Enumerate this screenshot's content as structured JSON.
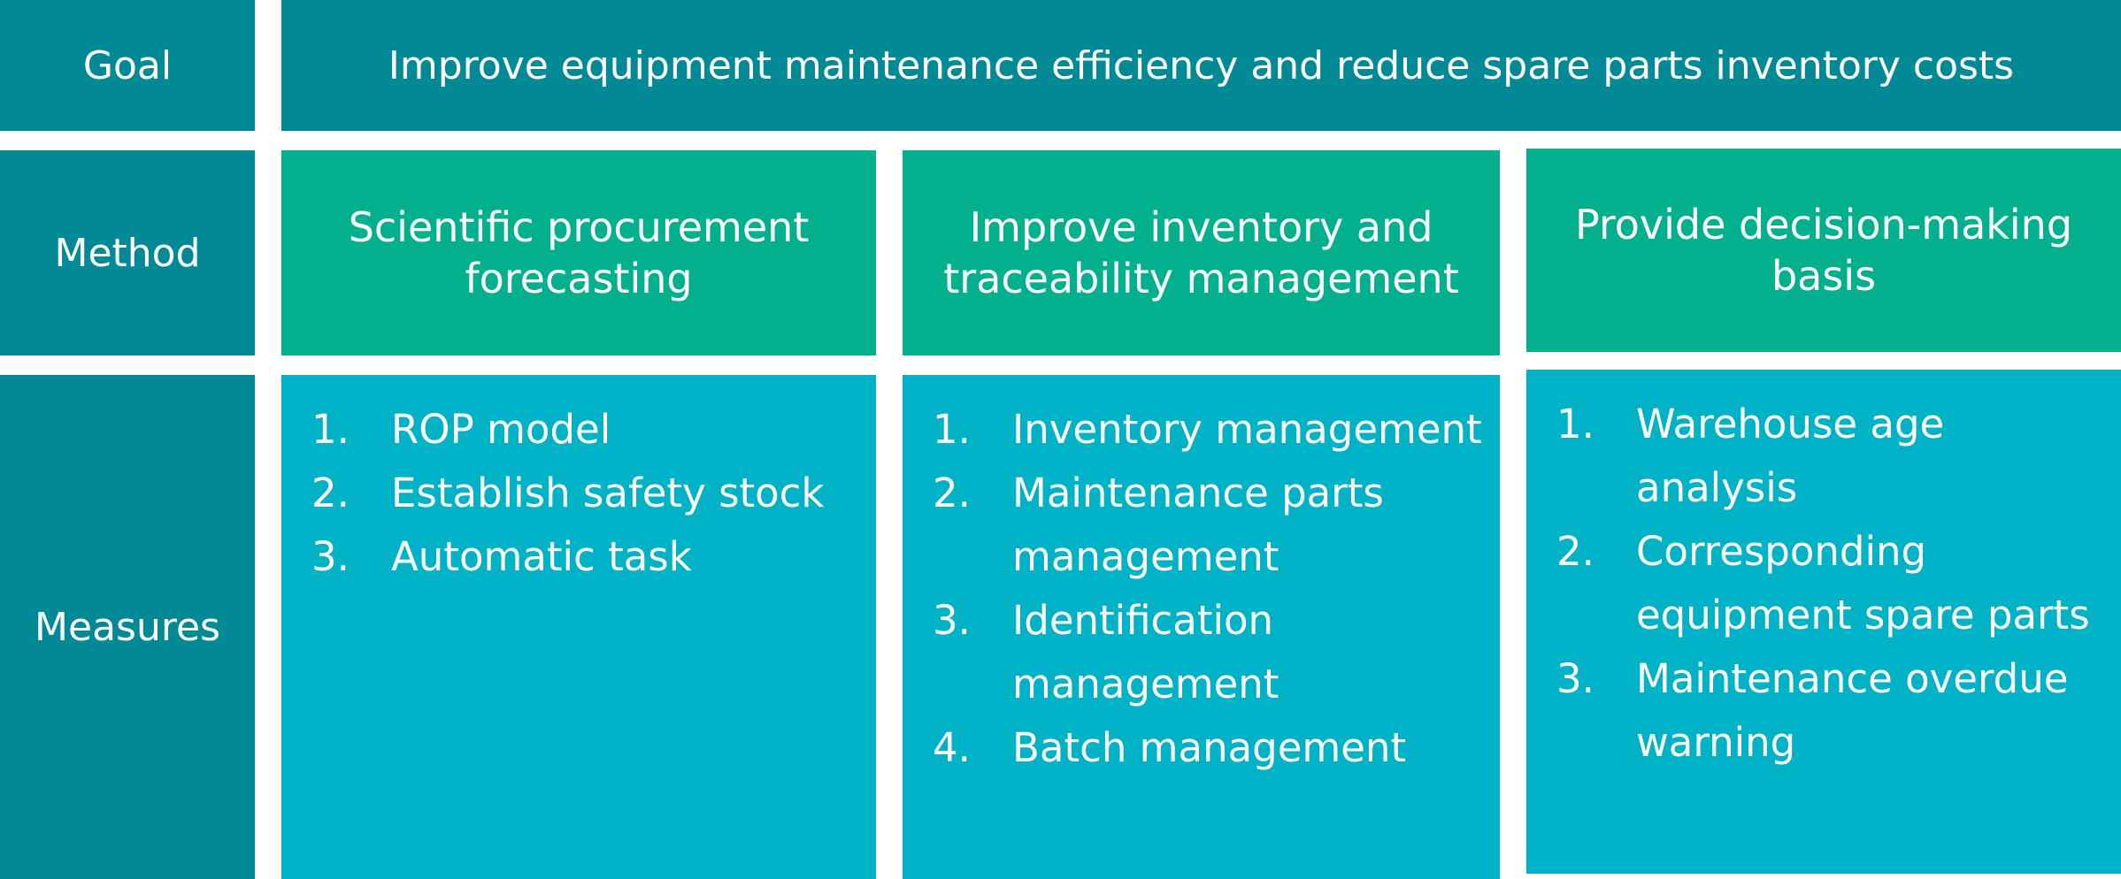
{
  "rows": {
    "goal_label": "Goal",
    "method_label": "Method",
    "measures_label": "Measures"
  },
  "goal": "Improve equipment maintenance efficiency and reduce spare parts inventory costs",
  "columns": [
    {
      "method": "Scientific procurement forecasting",
      "measures": [
        {
          "num": "1.",
          "text": "ROP model"
        },
        {
          "num": "2.",
          "text": "Establish safety stock"
        },
        {
          "num": "3.",
          "text": "Automatic task"
        }
      ]
    },
    {
      "method": "Improve inventory and traceability management",
      "measures": [
        {
          "num": "1.",
          "text": "Inventory management"
        },
        {
          "num": "2.",
          "text": "Maintenance parts management"
        },
        {
          "num": "3.",
          "text": "Identification management"
        },
        {
          "num": "4.",
          "text": "Batch management"
        }
      ]
    },
    {
      "method": "Provide decision-making basis",
      "measures": [
        {
          "num": "1.",
          "text": "Warehouse age analysis"
        },
        {
          "num": "2.",
          "text": "Corresponding equipment spare parts"
        },
        {
          "num": "3.",
          "text": "Maintenance overdue warning"
        }
      ]
    }
  ],
  "colors": {
    "label_bg": "#018a96",
    "method_bg": "#02b08e",
    "measures_bg": "#00b2c5"
  }
}
